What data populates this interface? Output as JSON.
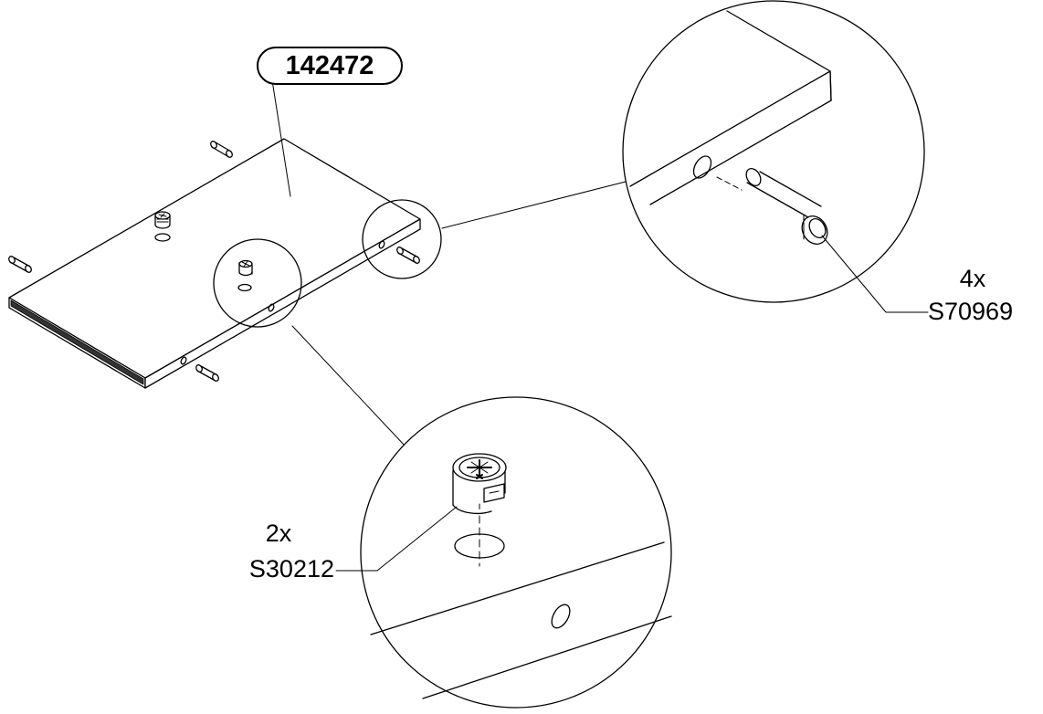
{
  "part_number": "142472",
  "callouts": {
    "dowel": {
      "quantity": "4x",
      "code": "S70969"
    },
    "cam_lock": {
      "quantity": "2x",
      "code": "S30212"
    }
  }
}
